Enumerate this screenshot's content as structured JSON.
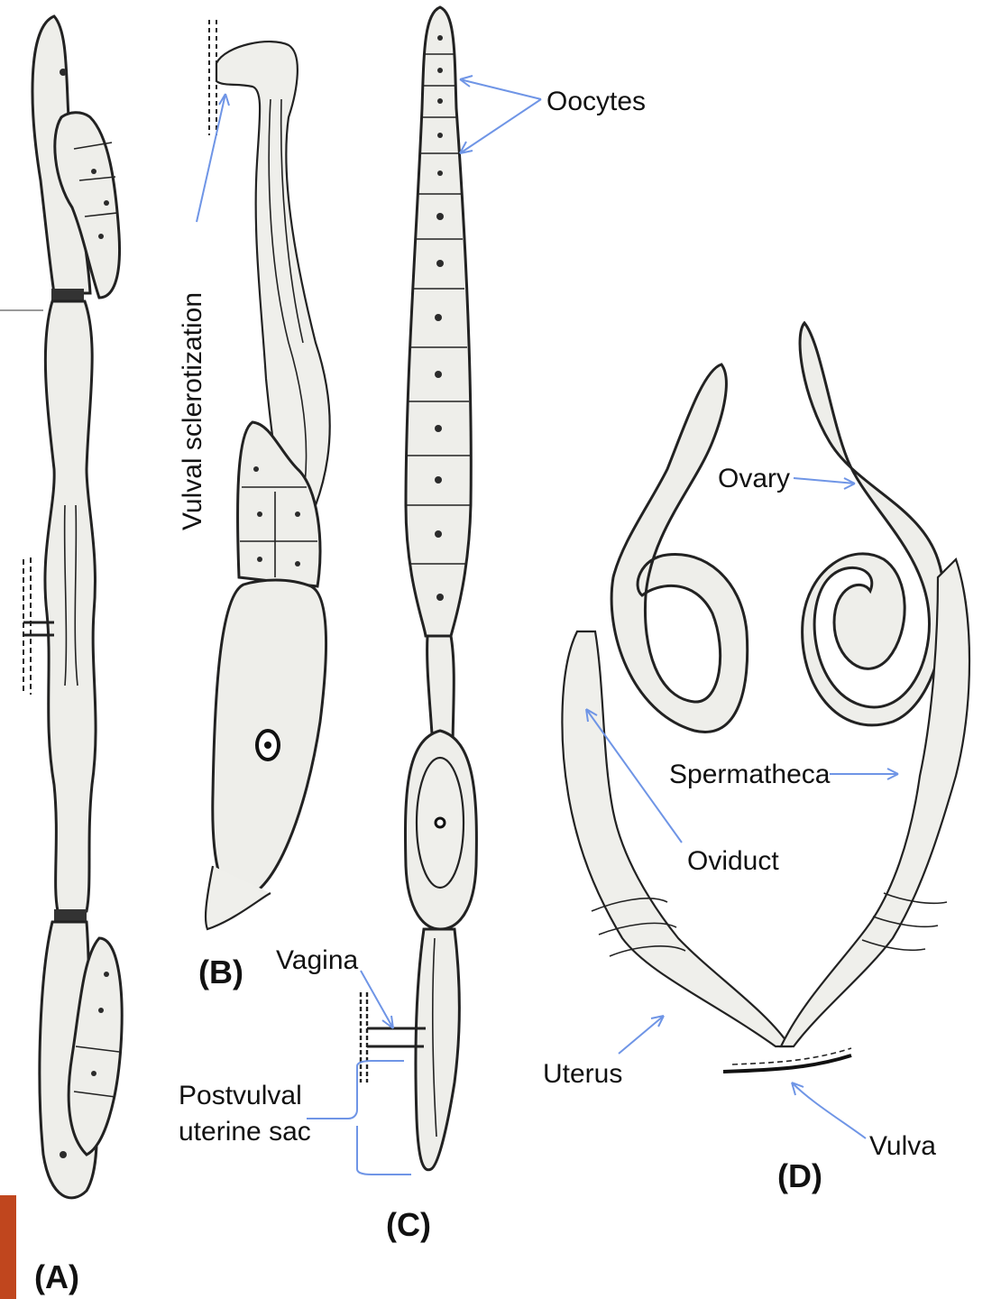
{
  "labels": {
    "oocytes": "Oocytes",
    "vulval_sclerotization": "Vulval sclerotization",
    "vagina": "Vagina",
    "postvulval_line1": "Postvulval",
    "postvulval_line2": "uterine sac",
    "ovary": "Ovary",
    "spermatheca": "Spermatheca",
    "oviduct": "Oviduct",
    "uterus": "Uterus",
    "vulva": "Vulva"
  },
  "panels": {
    "a": "(A)",
    "b": "(B)",
    "c": "(C)",
    "d": "(D)"
  },
  "colors": {
    "arrow": "#6f95e6",
    "accent_bar": "#c0461e",
    "outline": "#222222",
    "tissue": "#eeeeea"
  }
}
